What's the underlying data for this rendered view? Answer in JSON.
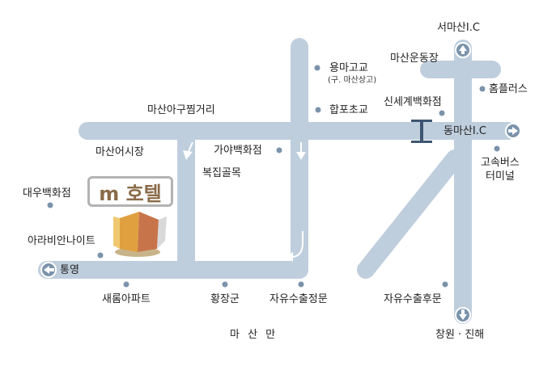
{
  "colors": {
    "road": "#bfcedd",
    "road_dark": "#9fb2c6",
    "dot": "#7b93ab",
    "arrow_white": "#ffffff",
    "highway_marker": "#3e5671",
    "label": "#222222",
    "hotel_text": "#8a6a48",
    "building_left": "#e0a040",
    "building_right": "#c8744a"
  },
  "labels": {
    "seomasan_ic": "서마산I.C",
    "masan_stadium": "마산운동장",
    "yongmago": "용마고교",
    "yongmago_sub": "(구. 마산상고)",
    "homeplus": "홈플러스",
    "shinsegae": "신세계백화점",
    "habpo": "합포초교",
    "masan_agujjim": "마산아구찜거리",
    "dongmasan_ic": "동마산I.C",
    "masan_market": "마산어시장",
    "gaya": "가야백화점",
    "bokjip": "복집골목",
    "bus_terminal_1": "고속버스",
    "bus_terminal_2": "터미널",
    "daewoo": "대우백화점",
    "arabian": "아라비안나이트",
    "tongyeong": "통영",
    "saerom": "새롬아파트",
    "hwangjanggun": "황장군",
    "free_export_main": "자유수출정문",
    "free_export_back": "자유수출후문",
    "masan_bay": "마 산 만",
    "changwon_jinhae": "창원 · 진해",
    "hotel_sign": "m 호텔"
  },
  "icons": {
    "up_arrow": "arrow-up-icon",
    "right_arrow": "arrow-right-icon",
    "left_arrow": "arrow-left-icon",
    "down_arrow": "arrow-down-icon",
    "turn_arrow": "turn-arrow-icon",
    "highway": "highway-ic-icon",
    "hotel": "hotel-building-icon"
  }
}
